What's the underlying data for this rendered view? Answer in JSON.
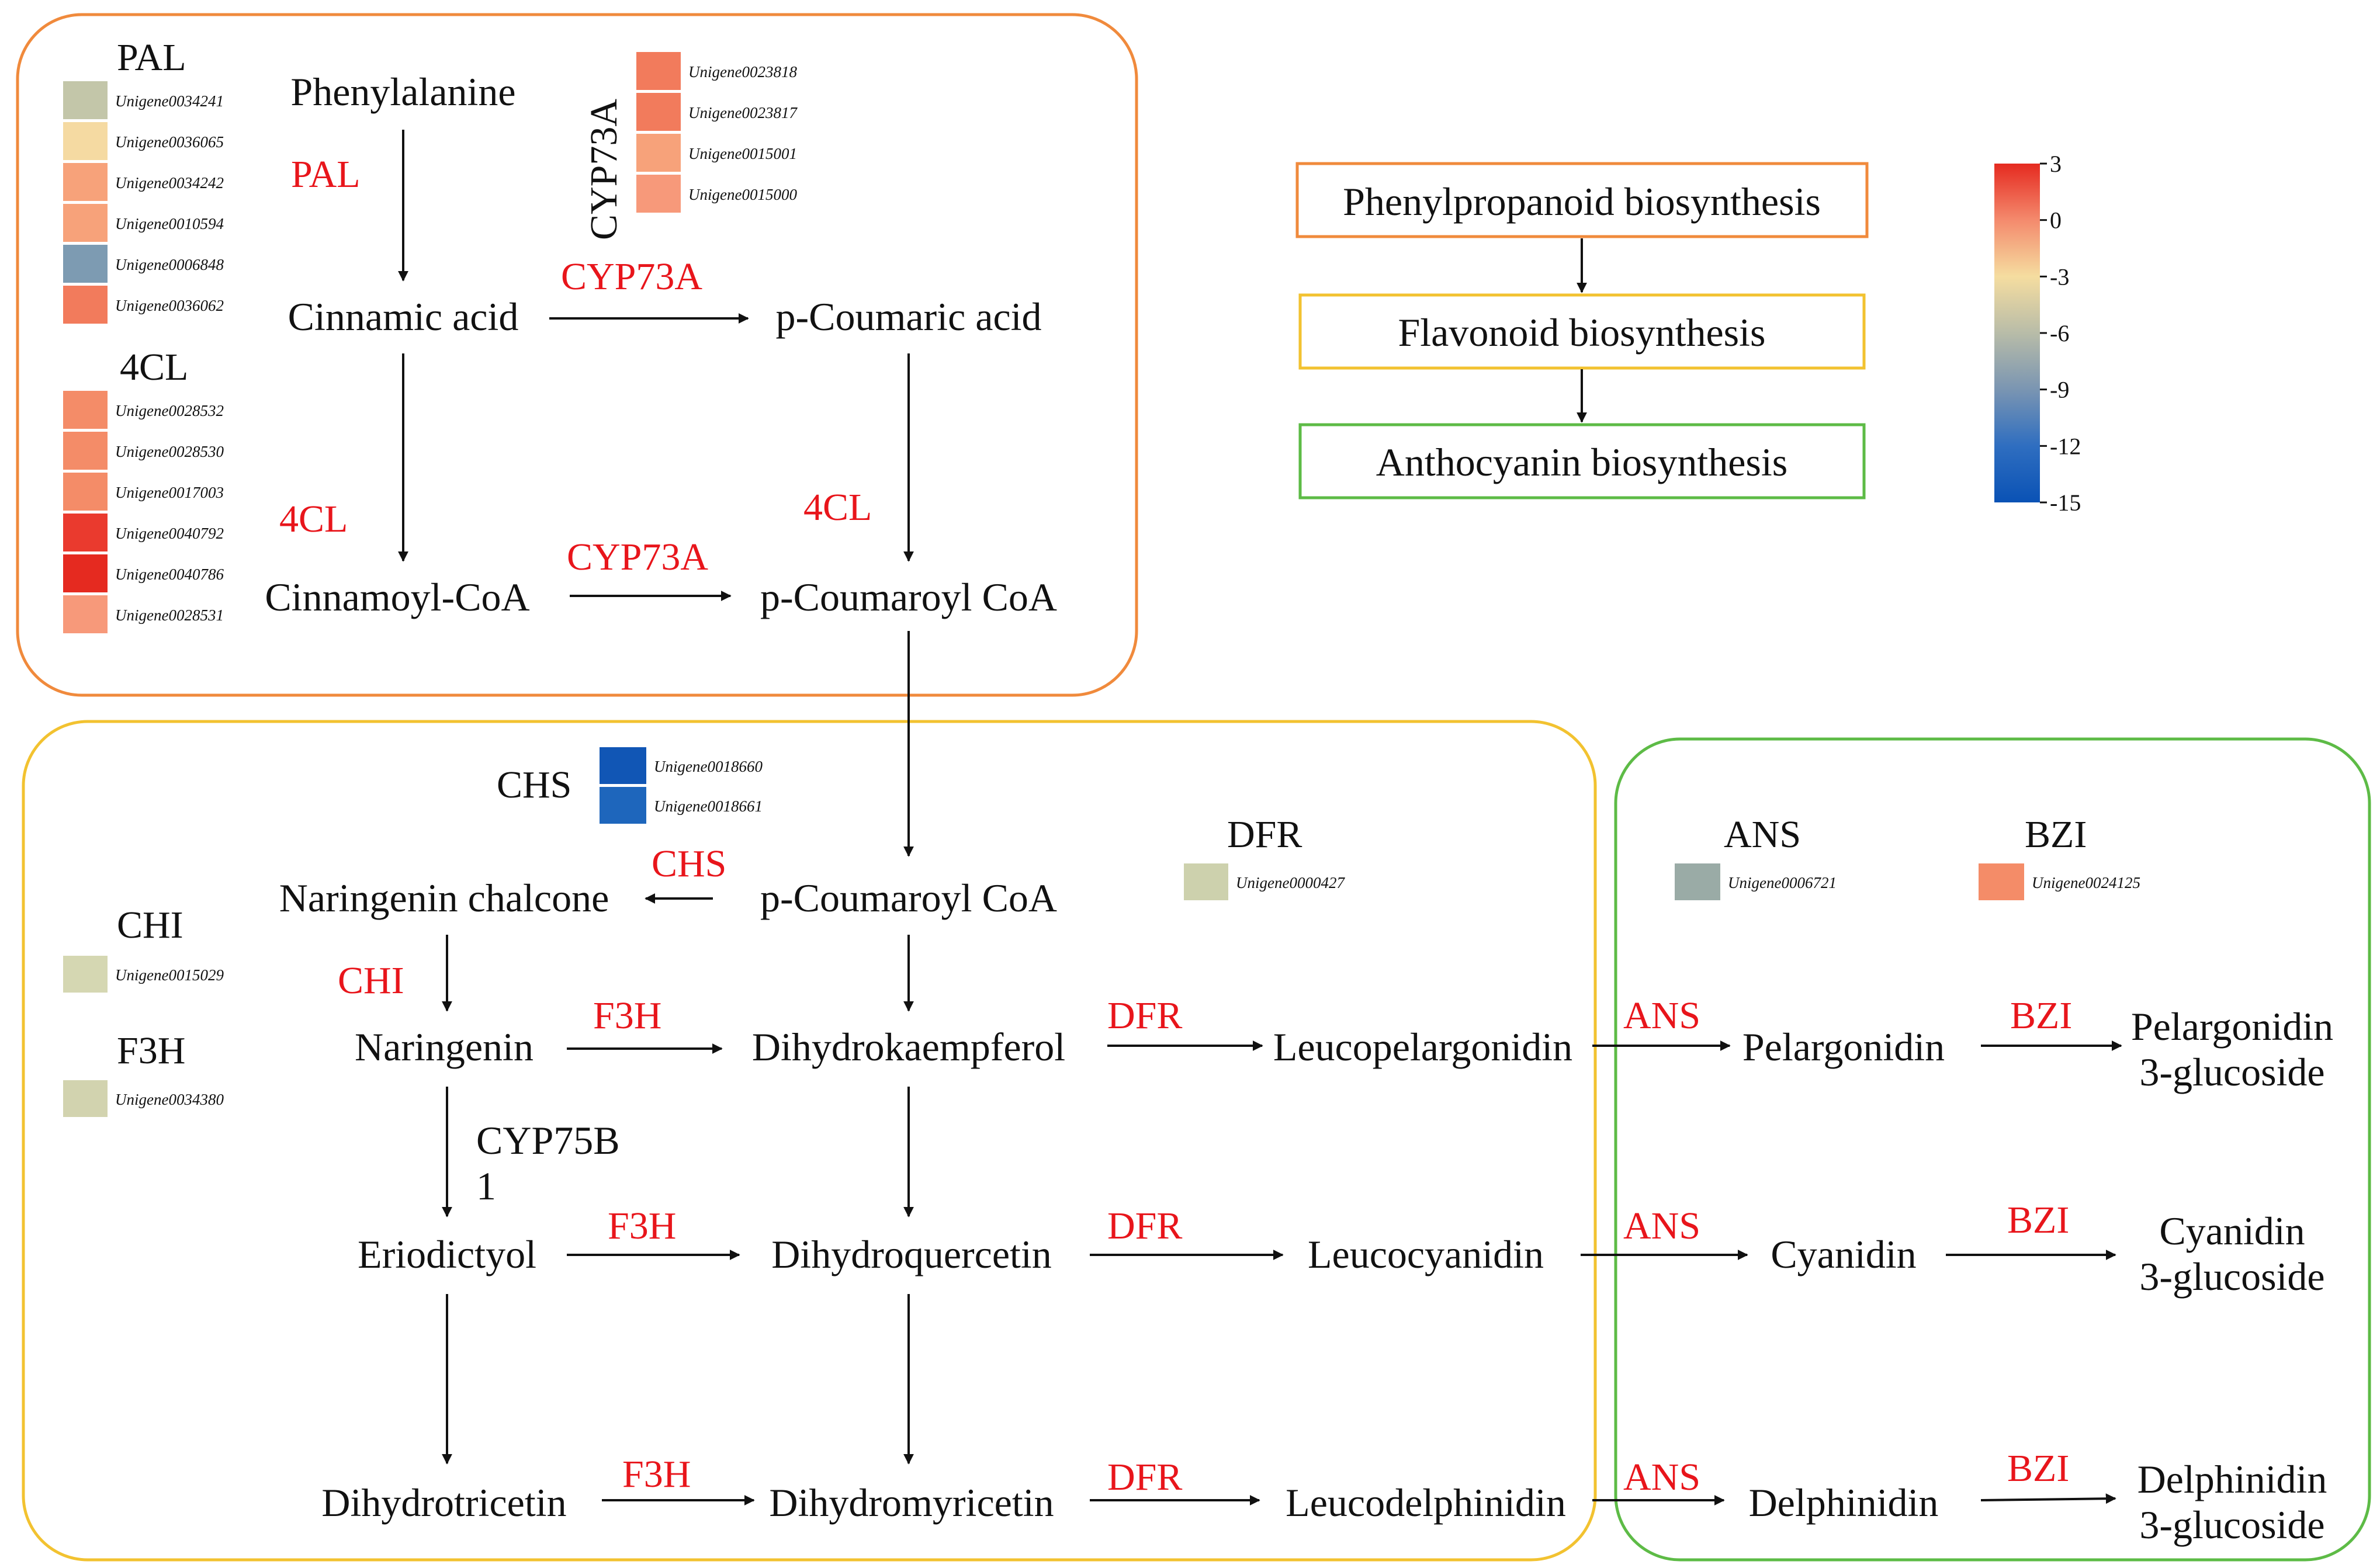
{
  "colors": {
    "phenyl_border": "#F08A3C",
    "flav_border": "#F2C230",
    "antho_border": "#5DBB46",
    "enzyme_text": "#E8151B",
    "text": "#111111",
    "arrow": "#111111"
  },
  "legend_boxes": [
    {
      "id": "phenyl",
      "label": "Phenylpropanoid biosynthesis"
    },
    {
      "id": "flav",
      "label": "Flavonoid biosynthesis"
    },
    {
      "id": "antho",
      "label": "Anthocyanin biosynthesis"
    }
  ],
  "colorbar": {
    "ticks": [
      "3",
      "0",
      "-3",
      "-6",
      "-9",
      "-12",
      "-15"
    ],
    "stops": [
      "#E52A20",
      "#F48A6D",
      "#F5DDA0",
      "#B8BCA8",
      "#7A95B2",
      "#2F6EC0",
      "#0A52B5"
    ]
  },
  "compounds": [
    {
      "id": "phenylalanine",
      "lines": [
        "Phenylalanine"
      ]
    },
    {
      "id": "cinnamic-acid",
      "lines": [
        "Cinnamic acid"
      ]
    },
    {
      "id": "p-coumaric-acid",
      "lines": [
        "p-Coumaric acid"
      ]
    },
    {
      "id": "cinnamoyl-coa",
      "lines": [
        "Cinnamoyl-CoA"
      ]
    },
    {
      "id": "p-coumaroyl-coa-1",
      "lines": [
        "p-Coumaroyl CoA"
      ]
    },
    {
      "id": "p-coumaroyl-coa-2",
      "lines": [
        "p-Coumaroyl CoA"
      ]
    },
    {
      "id": "naringenin-chalcone",
      "lines": [
        "Naringenin chalcone"
      ]
    },
    {
      "id": "naringenin",
      "lines": [
        "Naringenin"
      ]
    },
    {
      "id": "dihydrokaempferol",
      "lines": [
        "Dihydrokaempferol"
      ]
    },
    {
      "id": "leucopelargonidin",
      "lines": [
        "Leucopelargonidin"
      ]
    },
    {
      "id": "pelargonidin",
      "lines": [
        "Pelargonidin"
      ]
    },
    {
      "id": "pelargonidin-3-glucoside",
      "lines": [
        "Pelargonidin",
        "3-glucoside"
      ]
    },
    {
      "id": "eriodictyol",
      "lines": [
        "Eriodictyol"
      ]
    },
    {
      "id": "dihydroquercetin",
      "lines": [
        "Dihydroquercetin"
      ]
    },
    {
      "id": "leucocyanidin",
      "lines": [
        "Leucocyanidin"
      ]
    },
    {
      "id": "cyanidin",
      "lines": [
        "Cyanidin"
      ]
    },
    {
      "id": "cyanidin-3-glucoside",
      "lines": [
        "Cyanidin",
        "3-glucoside"
      ]
    },
    {
      "id": "dihydrotricetin",
      "lines": [
        "Dihydrotricetin"
      ]
    },
    {
      "id": "dihydromyricetin",
      "lines": [
        "Dihydromyricetin"
      ]
    },
    {
      "id": "leucodelphinidin",
      "lines": [
        "Leucodelphinidin"
      ]
    },
    {
      "id": "delphinidin",
      "lines": [
        "Delphinidin"
      ]
    },
    {
      "id": "delphinidin-3-glucoside",
      "lines": [
        "Delphinidin",
        "3-glucoside"
      ]
    },
    {
      "id": "cyp75b1-label",
      "lines": [
        "CYP75B",
        "1"
      ]
    }
  ],
  "enzymes": [
    {
      "id": "pal",
      "label": "PAL"
    },
    {
      "id": "cyp73a-1",
      "label": "CYP73A"
    },
    {
      "id": "4cl-1",
      "label": "4CL"
    },
    {
      "id": "4cl-2",
      "label": "4CL"
    },
    {
      "id": "cyp73a-2",
      "label": "CYP73A"
    },
    {
      "id": "chs",
      "label": "CHS"
    },
    {
      "id": "chi",
      "label": "CHI"
    },
    {
      "id": "f3h-1",
      "label": "F3H"
    },
    {
      "id": "dfr-1",
      "label": "DFR"
    },
    {
      "id": "ans-1",
      "label": "ANS"
    },
    {
      "id": "bzi-1",
      "label": "BZI"
    },
    {
      "id": "f3h-2",
      "label": "F3H"
    },
    {
      "id": "dfr-2",
      "label": "DFR"
    },
    {
      "id": "ans-2",
      "label": "ANS"
    },
    {
      "id": "bzi-2",
      "label": "BZI"
    },
    {
      "id": "f3h-3",
      "label": "F3H"
    },
    {
      "id": "dfr-3",
      "label": "DFR"
    },
    {
      "id": "ans-3",
      "label": "ANS"
    },
    {
      "id": "bzi-3",
      "label": "BZI"
    }
  ],
  "gene_groups": [
    {
      "id": "pal",
      "title": "PAL",
      "genes": [
        {
          "name": "Unigene0034241",
          "color": "#C3C6A9"
        },
        {
          "name": "Unigene0036065",
          "color": "#F5DAA2"
        },
        {
          "name": "Unigene0034242",
          "color": "#F7A27A"
        },
        {
          "name": "Unigene0010594",
          "color": "#F7A27A"
        },
        {
          "name": "Unigene0006848",
          "color": "#7D9BB2"
        },
        {
          "name": "Unigene0036062",
          "color": "#F27B5C"
        }
      ]
    },
    {
      "id": "4cl",
      "title": "4CL",
      "genes": [
        {
          "name": "Unigene0028532",
          "color": "#F48C68"
        },
        {
          "name": "Unigene0028530",
          "color": "#F48C68"
        },
        {
          "name": "Unigene0017003",
          "color": "#F48C68"
        },
        {
          "name": "Unigene0040792",
          "color": "#EA3A2E"
        },
        {
          "name": "Unigene0040786",
          "color": "#E52A20"
        },
        {
          "name": "Unigene0028531",
          "color": "#F7997A"
        }
      ]
    },
    {
      "id": "cyp73a",
      "title": "CYP73A",
      "genes": [
        {
          "name": "Unigene0023818",
          "color": "#F27B5C"
        },
        {
          "name": "Unigene0023817",
          "color": "#F27B5C"
        },
        {
          "name": "Unigene0015001",
          "color": "#F7A27A"
        },
        {
          "name": "Unigene0015000",
          "color": "#F7997A"
        }
      ]
    },
    {
      "id": "chs",
      "title": "CHS",
      "genes": [
        {
          "name": "Unigene0018660",
          "color": "#1156B5"
        },
        {
          "name": "Unigene0018661",
          "color": "#1E66BC"
        }
      ]
    },
    {
      "id": "chi",
      "title": "CHI",
      "genes": [
        {
          "name": "Unigene0015029",
          "color": "#D5D7B2"
        }
      ]
    },
    {
      "id": "f3h",
      "title": "F3H",
      "genes": [
        {
          "name": "Unigene0034380",
          "color": "#D2D3AF"
        }
      ]
    },
    {
      "id": "dfr",
      "title": "DFR",
      "genes": [
        {
          "name": "Unigene0000427",
          "color": "#CDD1AD"
        }
      ]
    },
    {
      "id": "ans",
      "title": "ANS",
      "genes": [
        {
          "name": "Unigene0006721",
          "color": "#9AABA6"
        }
      ]
    },
    {
      "id": "bzi",
      "title": "BZI",
      "genes": [
        {
          "name": "Unigene0024125",
          "color": "#F48C68"
        }
      ]
    }
  ]
}
